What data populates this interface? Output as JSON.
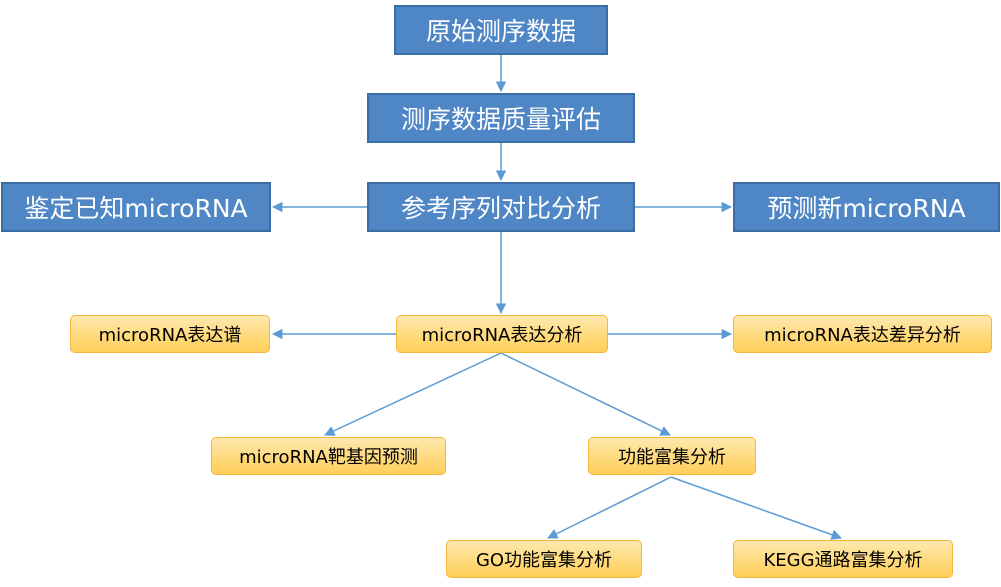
{
  "nodes": {
    "raw_data": "原始测序数据",
    "quality_eval": "测序数据质量评估",
    "reference_align": "参考序列对比分析",
    "known_mirna": "鉴定已知microRNA",
    "novel_mirna": "预测新microRNA",
    "expression_analysis": "microRNA表达分析",
    "expression_profile": "microRNA表达谱",
    "differential_expression": "microRNA表达差异分析",
    "target_prediction": "microRNA靶基因预测",
    "functional_enrichment": "功能富集分析",
    "go_enrichment": "GO功能富集分析",
    "kegg_enrichment": "KEGG通路富集分析"
  },
  "colors": {
    "primary_box": "#4f86c6",
    "primary_border": "#3a6ea5",
    "secondary_box": "#ffd978",
    "secondary_border": "#f2b63a",
    "connector": "#5b9bd5"
  }
}
